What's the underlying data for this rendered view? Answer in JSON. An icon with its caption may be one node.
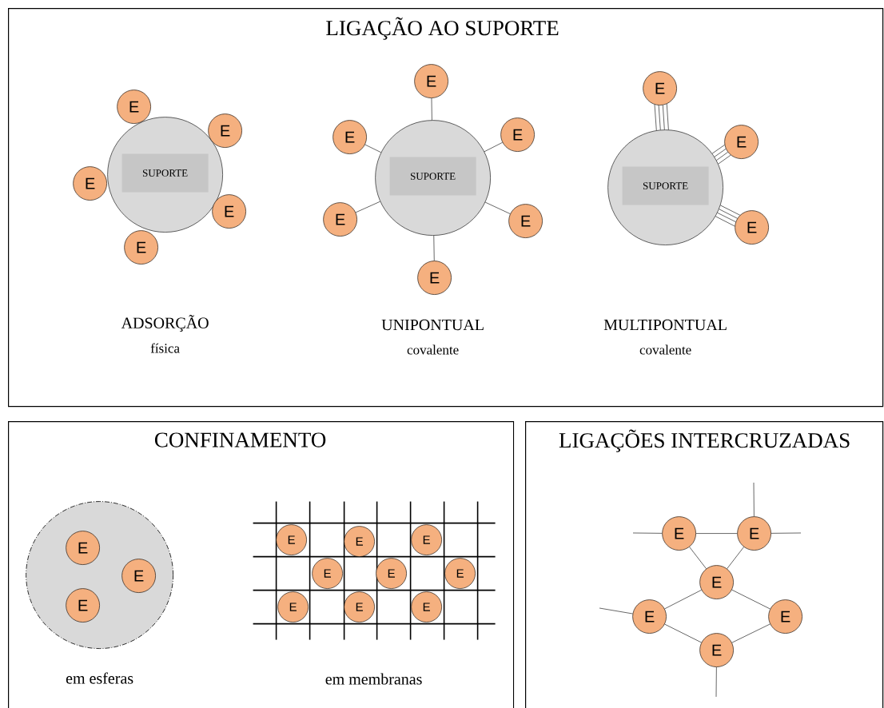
{
  "diagram": {
    "nodes": [
      {
        "text": [
          "LIGAÇÃO AO SUPORTE"
        ]
      },
      {
        "text": [
          "SUPORTE"
        ],
        "in": 0,
        "beside": [
          "ADSORÇÃO",
          "física"
        ]
      },
      {
        "text": [
          "E"
        ],
        "in": 0
      },
      {
        "text": [
          "E"
        ],
        "in": 0
      },
      {
        "text": [
          "E"
        ],
        "in": 0
      },
      {
        "text": [
          "E"
        ],
        "in": 0
      },
      {
        "text": [
          "E"
        ],
        "in": 0
      },
      {
        "text": [
          "SUPORTE"
        ],
        "in": 0,
        "beside": [
          "UNIPONTUAL",
          "covalente"
        ]
      },
      {
        "text": [
          "E"
        ],
        "in": 0
      },
      {
        "text": [
          "E"
        ],
        "in": 0
      },
      {
        "text": [
          "E"
        ],
        "in": 0
      },
      {
        "text": [
          "E"
        ],
        "in": 0
      },
      {
        "text": [
          "E"
        ],
        "in": 0
      },
      {
        "text": [
          "E"
        ],
        "in": 0
      },
      {
        "text": [
          "SUPORTE"
        ],
        "in": 0,
        "beside": [
          "MULTIPONTUAL",
          "covalente"
        ]
      },
      {
        "text": [
          "E"
        ],
        "in": 0
      },
      {
        "text": [
          "E"
        ],
        "in": 0
      },
      {
        "text": [
          "E"
        ],
        "in": 0
      },
      {
        "text": [
          "CONFINAMENTO"
        ]
      },
      {
        "text": [],
        "shape": "circle",
        "in": 18,
        "beside": [
          "em esferas"
        ]
      },
      {
        "text": [
          "E"
        ],
        "in": 19
      },
      {
        "text": [
          "E"
        ],
        "in": 19
      },
      {
        "text": [
          "E"
        ],
        "in": 19
      },
      {
        "text": [],
        "shape": "grid",
        "in": 18,
        "beside": [
          "em membranas"
        ]
      },
      {
        "text": [
          "E"
        ],
        "in": 23
      },
      {
        "text": [
          "E"
        ],
        "in": 23
      },
      {
        "text": [
          "E"
        ],
        "in": 23
      },
      {
        "text": [
          "E"
        ],
        "in": 23
      },
      {
        "text": [
          "E"
        ],
        "in": 23
      },
      {
        "text": [
          "E"
        ],
        "in": 23
      },
      {
        "text": [
          "E"
        ],
        "in": 23
      },
      {
        "text": [
          "E"
        ],
        "in": 23
      },
      {
        "text": [
          "E"
        ],
        "in": 23
      },
      {
        "text": [
          "LIGAÇÕES INTERCRUZADAS"
        ]
      },
      {
        "text": [
          "E"
        ],
        "in": 33
      },
      {
        "text": [
          "E"
        ],
        "in": 33
      },
      {
        "text": [
          "E"
        ],
        "in": 33
      },
      {
        "text": [
          "E"
        ],
        "in": 33
      },
      {
        "text": [
          "E"
        ],
        "in": 33
      },
      {
        "text": [
          "E"
        ],
        "in": 33
      }
    ],
    "edges": [
      {
        "from": 7,
        "to": 8,
        "arrow": "none"
      },
      {
        "from": 7,
        "to": 9,
        "arrow": "none"
      },
      {
        "from": 7,
        "to": 10,
        "arrow": "none"
      },
      {
        "from": 7,
        "to": 11,
        "arrow": "none"
      },
      {
        "from": 7,
        "to": 12,
        "arrow": "none"
      },
      {
        "from": 7,
        "to": 13,
        "arrow": "none"
      },
      {
        "from": 14,
        "to": 15,
        "arrow": "none"
      },
      {
        "from": 14,
        "to": 15,
        "arrow": "none"
      },
      {
        "from": 14,
        "to": 15,
        "arrow": "none"
      },
      {
        "from": 14,
        "to": 15,
        "arrow": "none"
      },
      {
        "from": 14,
        "to": 16,
        "arrow": "none"
      },
      {
        "from": 14,
        "to": 16,
        "arrow": "none"
      },
      {
        "from": 14,
        "to": 16,
        "arrow": "none"
      },
      {
        "from": 14,
        "to": 16,
        "arrow": "none"
      },
      {
        "from": 14,
        "to": 17,
        "arrow": "none"
      },
      {
        "from": 14,
        "to": 17,
        "arrow": "none"
      },
      {
        "from": 14,
        "to": 17,
        "arrow": "none"
      },
      {
        "from": 14,
        "to": 17,
        "arrow": "none"
      },
      {
        "from": 34,
        "to": 35,
        "arrow": "none"
      },
      {
        "from": 34,
        "to": 36,
        "arrow": "none"
      },
      {
        "from": 35,
        "to": 36,
        "arrow": "none"
      },
      {
        "from": 36,
        "to": 37,
        "arrow": "none"
      },
      {
        "from": 36,
        "to": 38,
        "arrow": "none"
      },
      {
        "from": 37,
        "to": 39,
        "arrow": "none"
      },
      {
        "from": 38,
        "to": 39,
        "arrow": "none"
      },
      {
        "from": 34,
        "to": null,
        "arrow": "none"
      },
      {
        "from": 35,
        "to": null,
        "arrow": "none"
      },
      {
        "from": 35,
        "to": null,
        "arrow": "none"
      },
      {
        "from": 37,
        "to": null,
        "arrow": "none"
      },
      {
        "from": 39,
        "to": null,
        "arrow": "none"
      }
    ]
  }
}
